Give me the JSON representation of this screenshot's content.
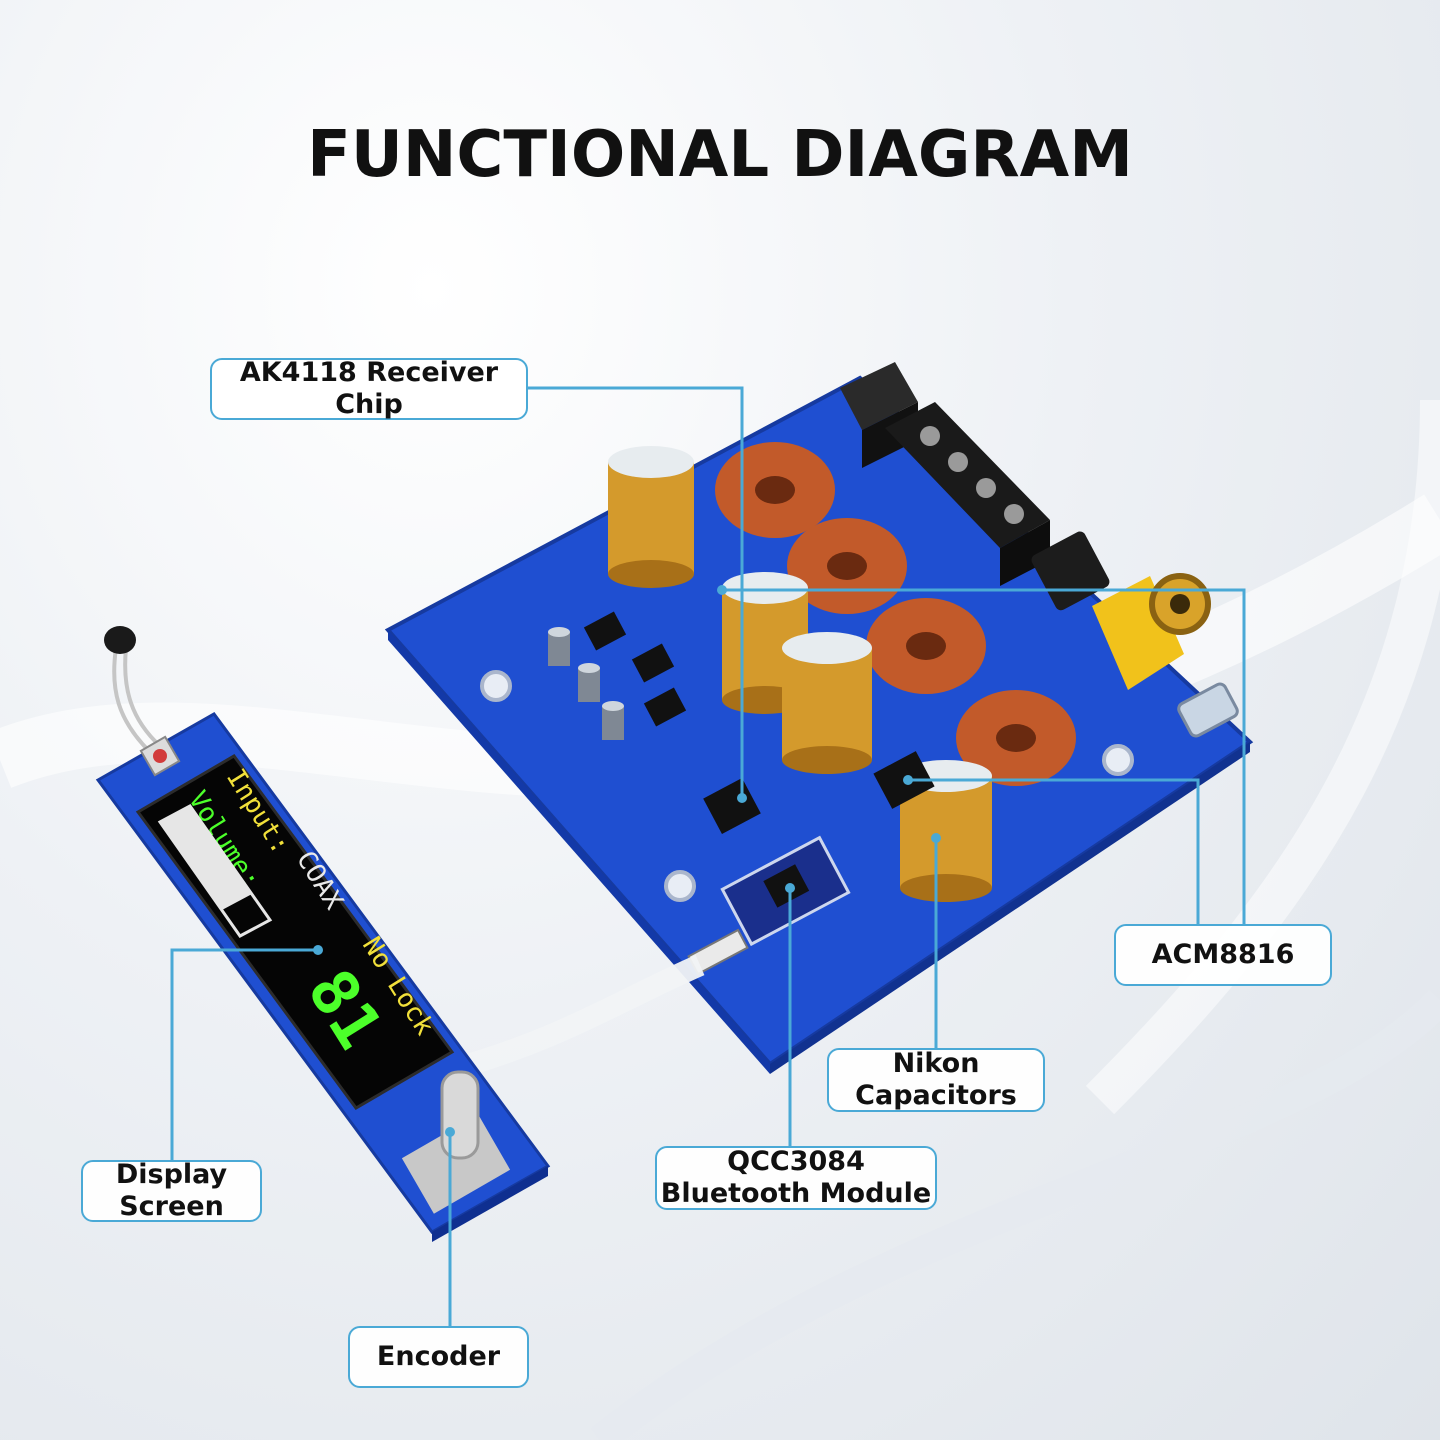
{
  "title": "FUNCTIONAL DIAGRAM",
  "callouts": {
    "ak4118": "AK4118 Receiver Chip",
    "acm8816": "ACM8816",
    "nikon_line1": "Nikon",
    "nikon_line2": "Capacitors",
    "qcc_line1": "QCC3084",
    "qcc_line2": "Bluetooth Module",
    "display_line1": "Display",
    "display_line2": "Screen",
    "encoder": "Encoder"
  },
  "oled": {
    "input_label": "Input:",
    "volume_label": "Volume:",
    "input_value": "COAX",
    "lock_status": "No Lock",
    "volume_number": "81"
  },
  "colors": {
    "pcb_blue": "#1f4fd1",
    "leader_line": "#4aa9d6",
    "oled_green": "#4cff2a",
    "oled_yellow": "#f1e03a"
  }
}
